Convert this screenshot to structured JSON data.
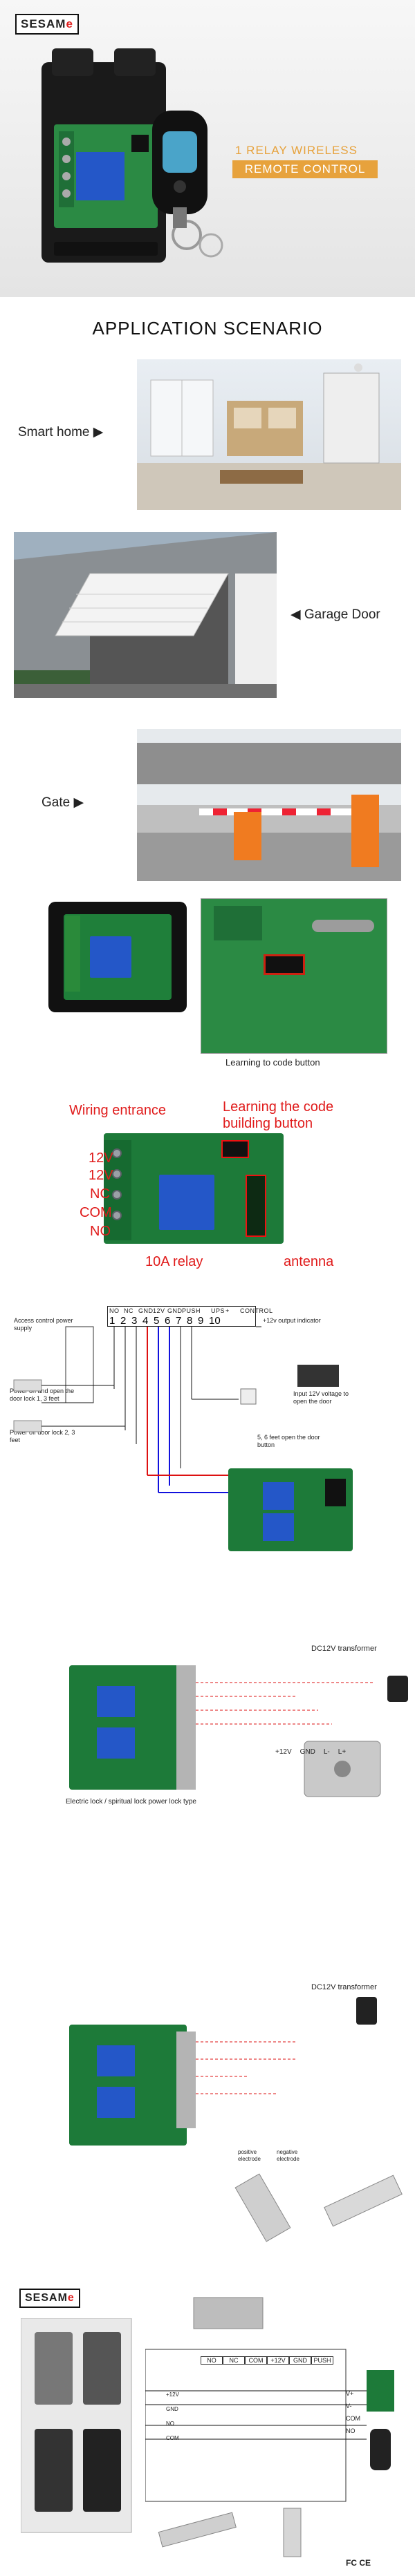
{
  "hero": {
    "brand": "SESAM",
    "brand_e": "e",
    "title": "1 RELAY WIRELESS",
    "subtitle": "REMOTE CONTROL"
  },
  "scenario": {
    "title": "APPLICATION SCENARIO",
    "items": [
      {
        "label": "Smart home ▶"
      },
      {
        "label": "◀ Garage Door"
      },
      {
        "label": "Gate ▶"
      }
    ]
  },
  "module_closeup": {
    "caption": "Learning to code button"
  },
  "board_labels": {
    "wiring_entrance": "Wiring entrance",
    "learning_button": "Learning the code building button",
    "v12a": "12V",
    "v12b": "12V",
    "nc": "NC",
    "com": "COM",
    "no": "NO",
    "relay": "10A relay",
    "antenna": "antenna"
  },
  "wiring": {
    "terminals": [
      "NO",
      "NC",
      "GND",
      "12V",
      "GND",
      "PUSH",
      "-",
      "UPS",
      "+",
      "CONTROL"
    ],
    "numbers": [
      "1",
      "2",
      "3",
      "4",
      "5",
      "6",
      "7",
      "8",
      "9",
      "10"
    ],
    "access_supply": "Access control power supply",
    "power_on_lock": "Power on and open the door lock 1, 3 feet",
    "power_off_lock": "Power off door lock 2, 3 feet",
    "output_indicator": "+12v output indicator",
    "input12v": "Input 12V voltage to open the door",
    "exit_button": "5, 6 feet open the door button"
  },
  "transformer1": {
    "label": "DC12V transformer",
    "lock_caption": "Electric lock / spiritual lock power lock type",
    "terms": [
      "+12V",
      "GND",
      "L-",
      "L+"
    ]
  },
  "transformer2": {
    "label": "DC12V transformer",
    "pos": "positive electrode",
    "neg": "negative electrode"
  },
  "bottom": {
    "brand": "SESAM",
    "brand_e": "e",
    "terms": [
      "NO",
      "NC",
      "COM",
      "+12V",
      "GND",
      "PUSH"
    ],
    "left_labels": [
      "+12V",
      "GND",
      "NO",
      "COM"
    ],
    "right_labels": [
      "V+",
      "V-",
      "COM",
      "NO"
    ],
    "cert": "FC CE"
  }
}
